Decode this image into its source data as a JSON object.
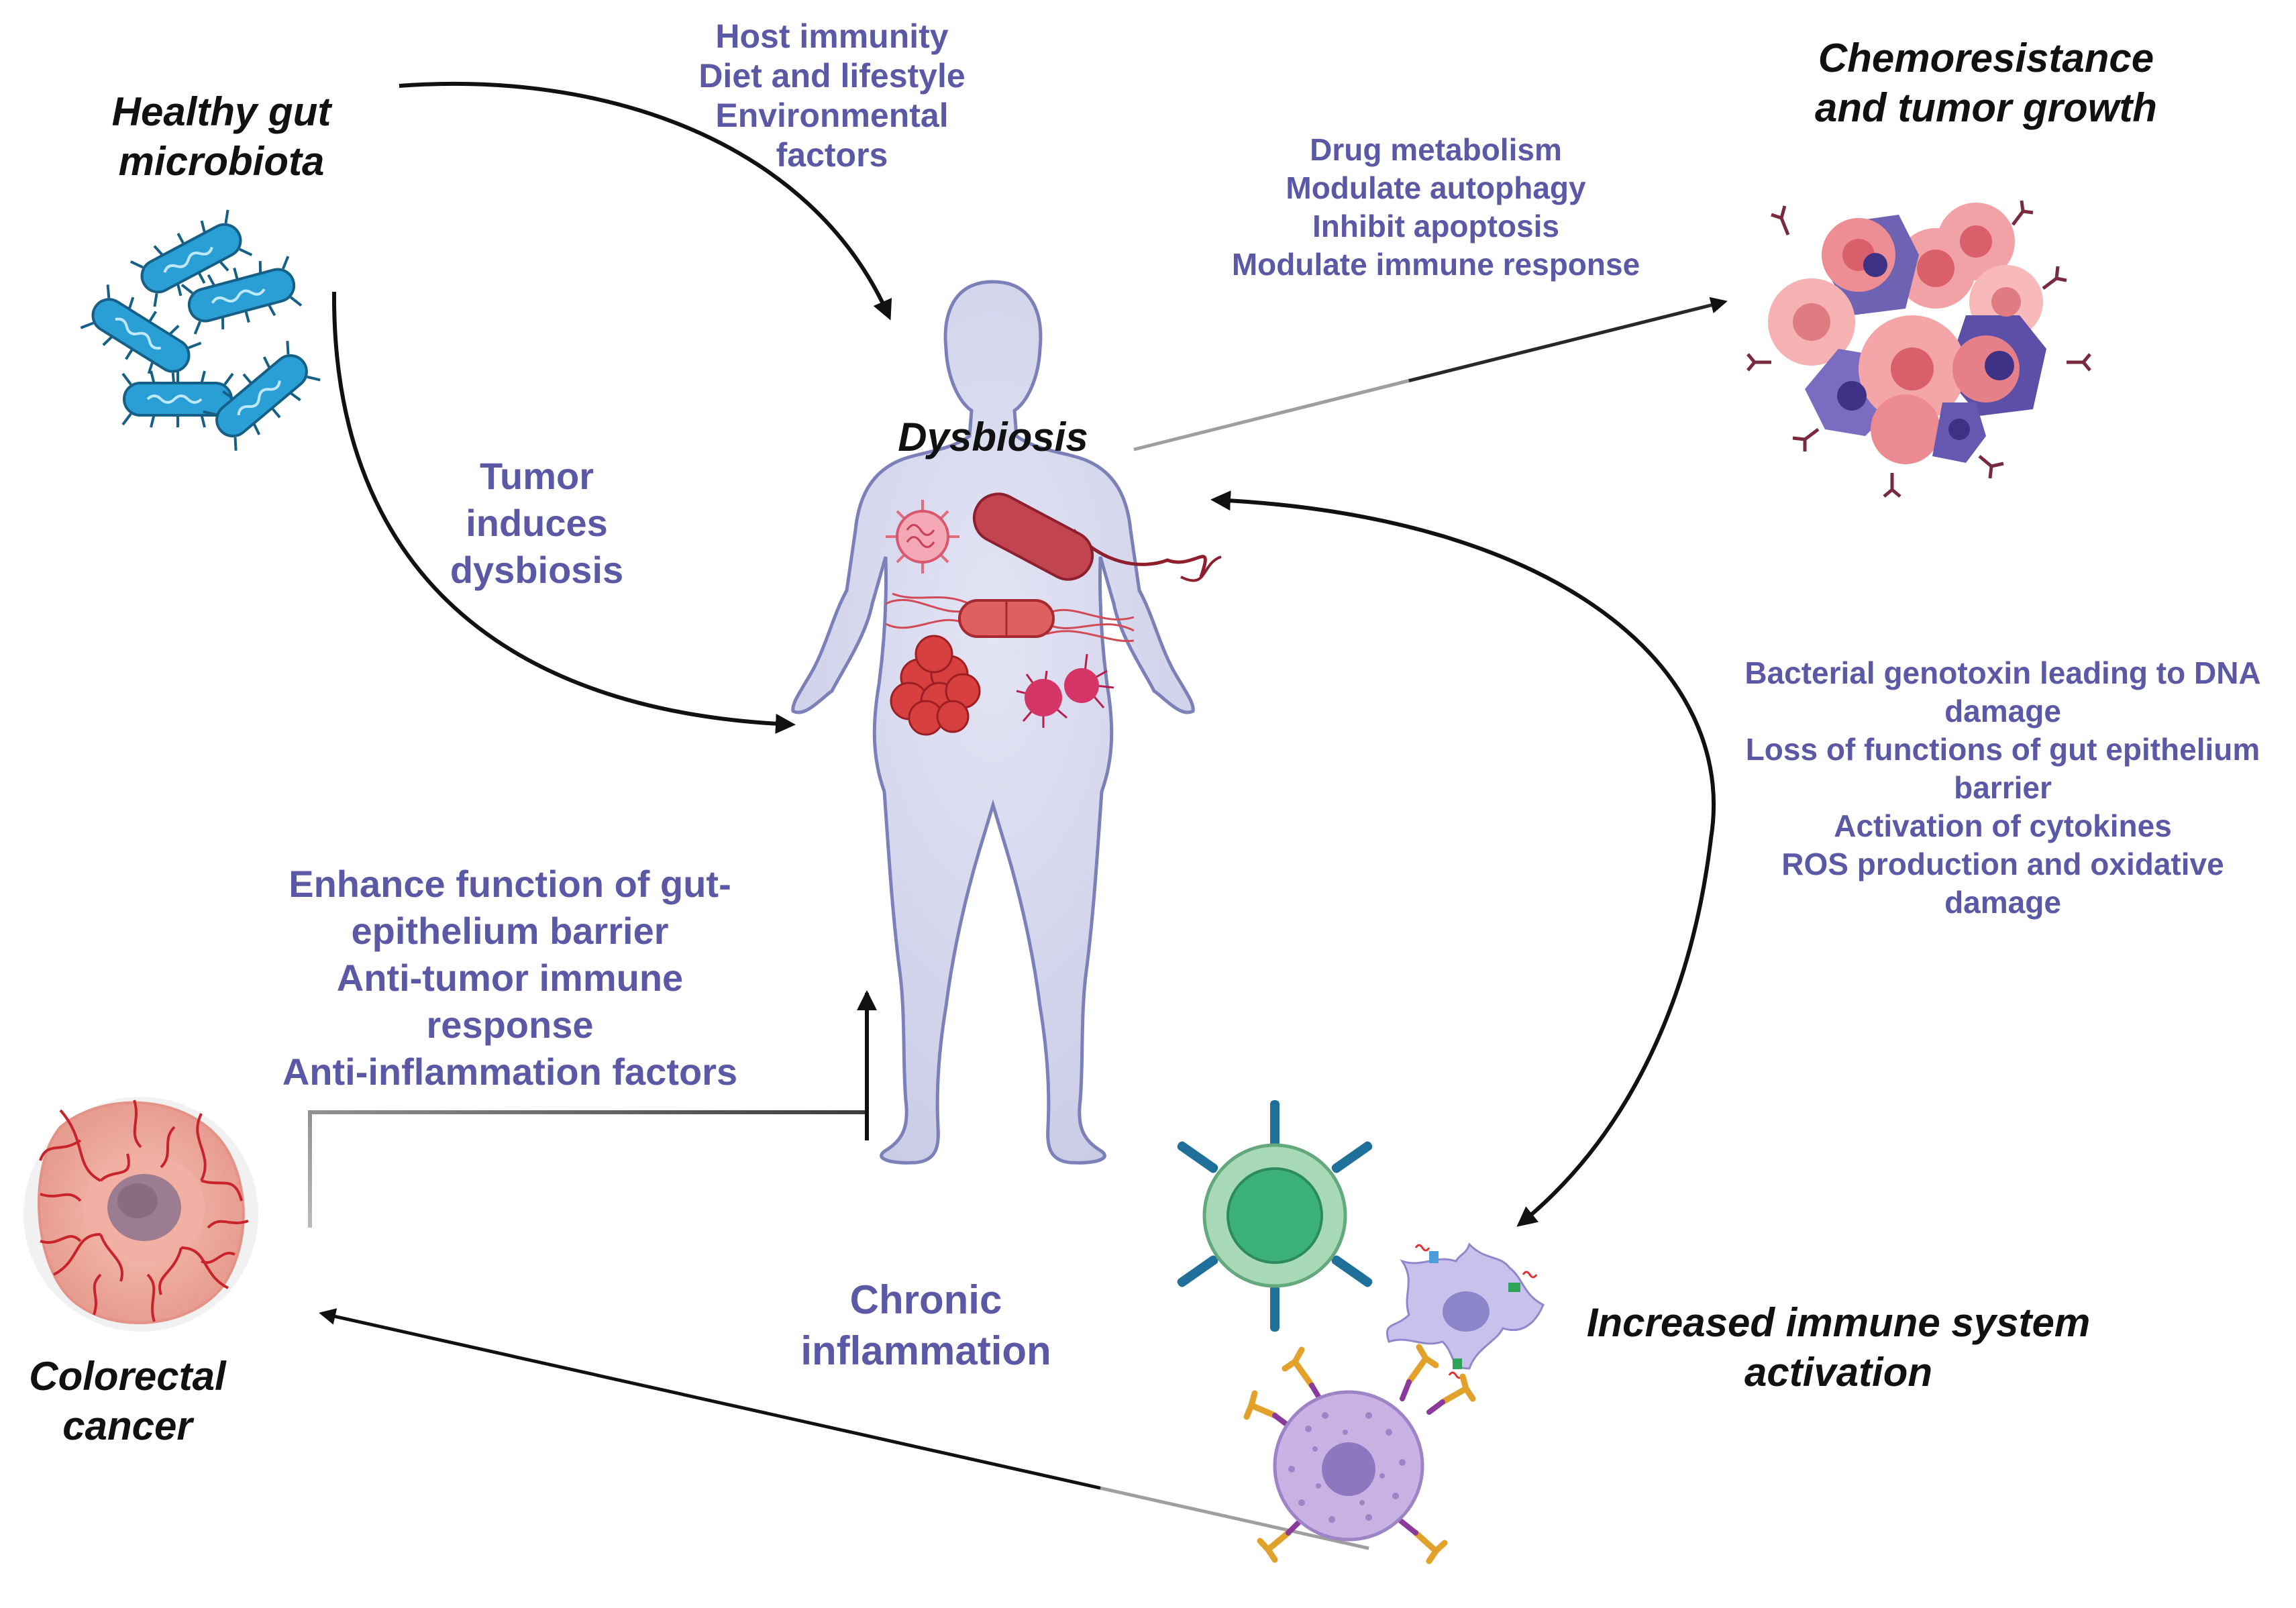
{
  "nodes": {
    "healthy": {
      "title": [
        "Healthy gut",
        "microbiota"
      ]
    },
    "dysbiosis": {
      "title": "Dysbiosis"
    },
    "chemo": {
      "title": [
        "Chemoresistance",
        "and tumor growth"
      ]
    },
    "immune": {
      "title": [
        "Increased immune system",
        "activation"
      ]
    },
    "crc": {
      "title": [
        "Colorectal",
        "cancer"
      ]
    }
  },
  "annotations": {
    "host_factors": [
      "Host immunity",
      "Diet and lifestyle",
      "Environmental",
      "factors"
    ],
    "tumor_induces": [
      "Tumor",
      "induces",
      "dysbiosis"
    ],
    "drug_effects": [
      "Drug metabolism",
      "Modulate autophagy",
      "Inhibit apoptosis",
      "Modulate immune response"
    ],
    "genotoxin": [
      "Bacterial genotoxin leading to DNA",
      "damage",
      "Loss of functions of gut epithelium",
      "barrier",
      "Activation of cytokines",
      "ROS production and oxidative",
      "damage"
    ],
    "enhance": [
      "Enhance function of gut-",
      "epithelium barrier",
      "Anti-tumor immune",
      "response",
      "Anti-inflammation factors"
    ],
    "chronic": [
      "Chronic",
      "inflammation"
    ]
  },
  "colors": {
    "label_text": "#5b58a6",
    "title_text": "#111111",
    "arrow": "#111111",
    "body_fill": "#d4d6ee",
    "body_stroke": "#7c80b8",
    "bacteria": "#2a9fd6",
    "tumor_pink": "#f2a2a6",
    "tumor_purple": "#6e63b3",
    "cancer_vessel": "#c8232b",
    "t_cell": "#5cc08a",
    "b_cell": "#b8a3d9",
    "antibody": "#e1a12a"
  },
  "icons": [
    "bacteria-icon",
    "human-body-icon",
    "virus-icon",
    "tumor-cluster-icon",
    "colorectal-tumor-icon",
    "t-cell-icon",
    "dendritic-cell-icon",
    "b-cell-icon"
  ]
}
